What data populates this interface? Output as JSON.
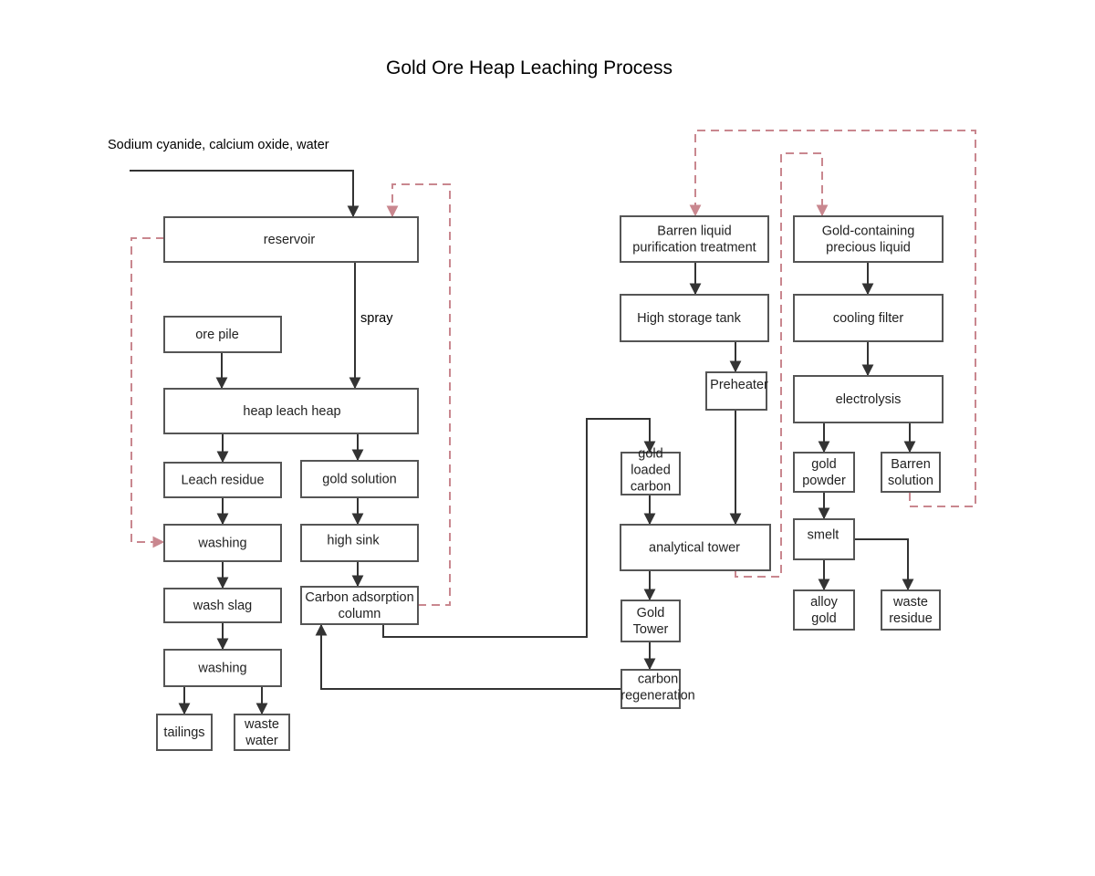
{
  "diagram": {
    "title": "Gold Ore Heap Leaching Process",
    "input_label": "Sodium cyanide, calcium oxide, water",
    "spray_label": "spray",
    "colors": {
      "box_border": "#555555",
      "flow_line": "#333333",
      "recycle_line": "#c9878f",
      "background": "#ffffff"
    },
    "nodes": [
      {
        "id": "reservoir",
        "lines": [
          "reservoir"
        ]
      },
      {
        "id": "ore-pile",
        "lines": [
          "ore pile"
        ]
      },
      {
        "id": "heap-leach-heap",
        "lines": [
          "heap leach heap"
        ]
      },
      {
        "id": "leach-residue",
        "lines": [
          "Leach residue"
        ]
      },
      {
        "id": "gold-solution",
        "lines": [
          "gold solution"
        ]
      },
      {
        "id": "washing-1",
        "lines": [
          "washing"
        ]
      },
      {
        "id": "high-sink",
        "lines": [
          "high sink"
        ]
      },
      {
        "id": "wash-slag",
        "lines": [
          "wash slag"
        ]
      },
      {
        "id": "carbon-adsorption-column",
        "lines": [
          "Carbon adsorption",
          "column"
        ]
      },
      {
        "id": "washing-2",
        "lines": [
          "washing"
        ]
      },
      {
        "id": "tailings",
        "lines": [
          "tailings"
        ]
      },
      {
        "id": "waste-water",
        "lines": [
          "waste",
          "water"
        ]
      },
      {
        "id": "barren-liquid-purification",
        "lines": [
          "Barren liquid",
          "purification treatment"
        ]
      },
      {
        "id": "high-storage-tank",
        "lines": [
          "High storage tank"
        ]
      },
      {
        "id": "preheater",
        "lines": [
          "Preheater"
        ]
      },
      {
        "id": "gold-loaded-carbon",
        "lines": [
          "gold",
          "loaded",
          "carbon"
        ]
      },
      {
        "id": "analytical-tower",
        "lines": [
          "analytical tower"
        ]
      },
      {
        "id": "gold-tower",
        "lines": [
          "Gold",
          "Tower"
        ]
      },
      {
        "id": "carbon-regeneration",
        "lines": [
          "carbon",
          "regeneration"
        ]
      },
      {
        "id": "gold-containing-liquid",
        "lines": [
          "Gold-containing",
          "precious liquid"
        ]
      },
      {
        "id": "cooling-filter",
        "lines": [
          "cooling filter"
        ]
      },
      {
        "id": "electrolysis",
        "lines": [
          "electrolysis"
        ]
      },
      {
        "id": "gold-powder",
        "lines": [
          "gold",
          "powder"
        ]
      },
      {
        "id": "barren-solution",
        "lines": [
          "Barren",
          "solution"
        ]
      },
      {
        "id": "smelt",
        "lines": [
          "smelt"
        ]
      },
      {
        "id": "alloy-gold",
        "lines": [
          "alloy",
          "gold"
        ]
      },
      {
        "id": "waste-residue",
        "lines": [
          "waste",
          "residue"
        ]
      }
    ],
    "edges": [
      {
        "from": "input",
        "to": "reservoir",
        "style": "solid"
      },
      {
        "from": "reservoir",
        "to": "heap-leach-heap",
        "style": "solid"
      },
      {
        "from": "ore-pile",
        "to": "heap-leach-heap",
        "style": "solid"
      },
      {
        "from": "heap-leach-heap",
        "to": "leach-residue",
        "style": "solid"
      },
      {
        "from": "heap-leach-heap",
        "to": "gold-solution",
        "style": "solid"
      },
      {
        "from": "leach-residue",
        "to": "washing-1",
        "style": "solid"
      },
      {
        "from": "washing-1",
        "to": "wash-slag",
        "style": "solid"
      },
      {
        "from": "wash-slag",
        "to": "washing-2",
        "style": "solid"
      },
      {
        "from": "washing-2",
        "to": "tailings",
        "style": "solid"
      },
      {
        "from": "washing-2",
        "to": "waste-water",
        "style": "solid"
      },
      {
        "from": "gold-solution",
        "to": "high-sink",
        "style": "solid"
      },
      {
        "from": "high-sink",
        "to": "carbon-adsorption-column",
        "style": "solid"
      },
      {
        "from": "carbon-adsorption-column",
        "to": "gold-loaded-carbon",
        "style": "solid"
      },
      {
        "from": "gold-loaded-carbon",
        "to": "analytical-tower",
        "style": "solid"
      },
      {
        "from": "analytical-tower",
        "to": "gold-tower",
        "style": "solid"
      },
      {
        "from": "gold-tower",
        "to": "carbon-regeneration",
        "style": "solid"
      },
      {
        "from": "carbon-regeneration",
        "to": "carbon-adsorption-column",
        "style": "solid"
      },
      {
        "from": "barren-liquid-purification",
        "to": "high-storage-tank",
        "style": "solid"
      },
      {
        "from": "high-storage-tank",
        "to": "preheater",
        "style": "solid"
      },
      {
        "from": "preheater",
        "to": "analytical-tower",
        "style": "solid"
      },
      {
        "from": "gold-containing-liquid",
        "to": "cooling-filter",
        "style": "solid"
      },
      {
        "from": "cooling-filter",
        "to": "electrolysis",
        "style": "solid"
      },
      {
        "from": "electrolysis",
        "to": "gold-powder",
        "style": "solid"
      },
      {
        "from": "electrolysis",
        "to": "barren-solution",
        "style": "solid"
      },
      {
        "from": "gold-powder",
        "to": "smelt",
        "style": "solid"
      },
      {
        "from": "smelt",
        "to": "alloy-gold",
        "style": "solid"
      },
      {
        "from": "smelt",
        "to": "waste-residue",
        "style": "solid"
      },
      {
        "from": "reservoir",
        "to": "washing-1",
        "style": "dashed"
      },
      {
        "from": "carbon-adsorption-column",
        "to": "reservoir",
        "style": "dashed"
      },
      {
        "from": "analytical-tower",
        "to": "gold-containing-liquid",
        "style": "dashed"
      },
      {
        "from": "barren-solution",
        "to": "barren-liquid-purification",
        "style": "dashed"
      }
    ]
  }
}
